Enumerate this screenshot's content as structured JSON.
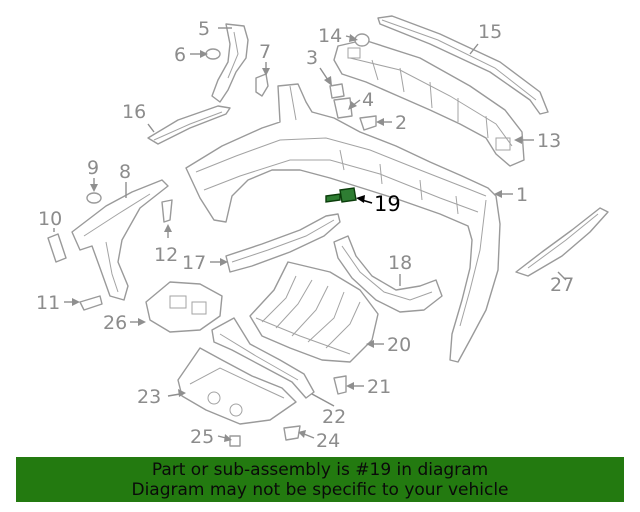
{
  "callouts": [
    {
      "label": "1"
    },
    {
      "label": "2"
    },
    {
      "label": "3"
    },
    {
      "label": "4"
    },
    {
      "label": "5"
    },
    {
      "label": "6"
    },
    {
      "label": "7"
    },
    {
      "label": "8"
    },
    {
      "label": "9"
    },
    {
      "label": "10"
    },
    {
      "label": "11"
    },
    {
      "label": "12"
    },
    {
      "label": "13"
    },
    {
      "label": "14"
    },
    {
      "label": "15"
    },
    {
      "label": "16"
    },
    {
      "label": "17"
    },
    {
      "label": "18"
    },
    {
      "label": "19"
    },
    {
      "label": "20"
    },
    {
      "label": "21"
    },
    {
      "label": "22"
    },
    {
      "label": "23"
    },
    {
      "label": "24"
    },
    {
      "label": "25"
    },
    {
      "label": "26"
    },
    {
      "label": "27"
    }
  ],
  "highlight": {
    "label": "19",
    "color": "#2e7d32"
  },
  "footer": {
    "line1": "Part or sub-assembly is #19 in diagram",
    "line2": "Diagram may not be specific to your vehicle",
    "background": "#237a10"
  }
}
